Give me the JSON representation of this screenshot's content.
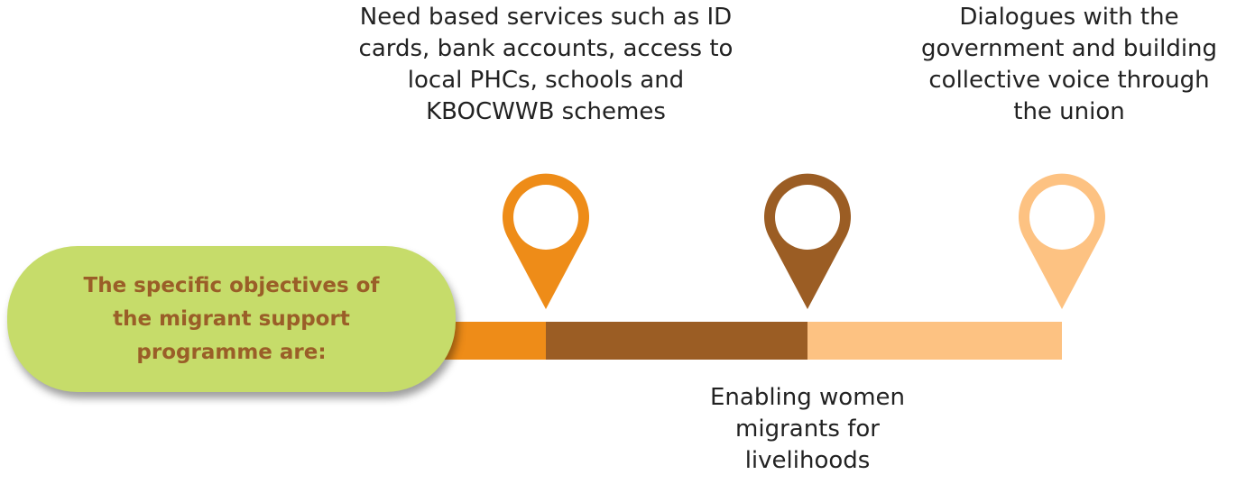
{
  "objectives_box": {
    "text": "The specific objectives of\nthe migrant support\nprogramme are:"
  },
  "milestones": [
    {
      "text": "Need based services such as ID\ncards, bank accounts, access to\nlocal PHCs, schools and\nKBOCWWB schemes",
      "color": "#ee8c18"
    },
    {
      "text": "Enabling women\nmigrants for\nlivelihoods",
      "color": "#9b5d24"
    },
    {
      "text": "Dialogues with the\ngovernment and building\ncollective voice through\nthe union",
      "color": "#fdc282"
    }
  ],
  "colors": {
    "box_fill": "#c6dc6a",
    "box_text": "#9a5e28"
  }
}
